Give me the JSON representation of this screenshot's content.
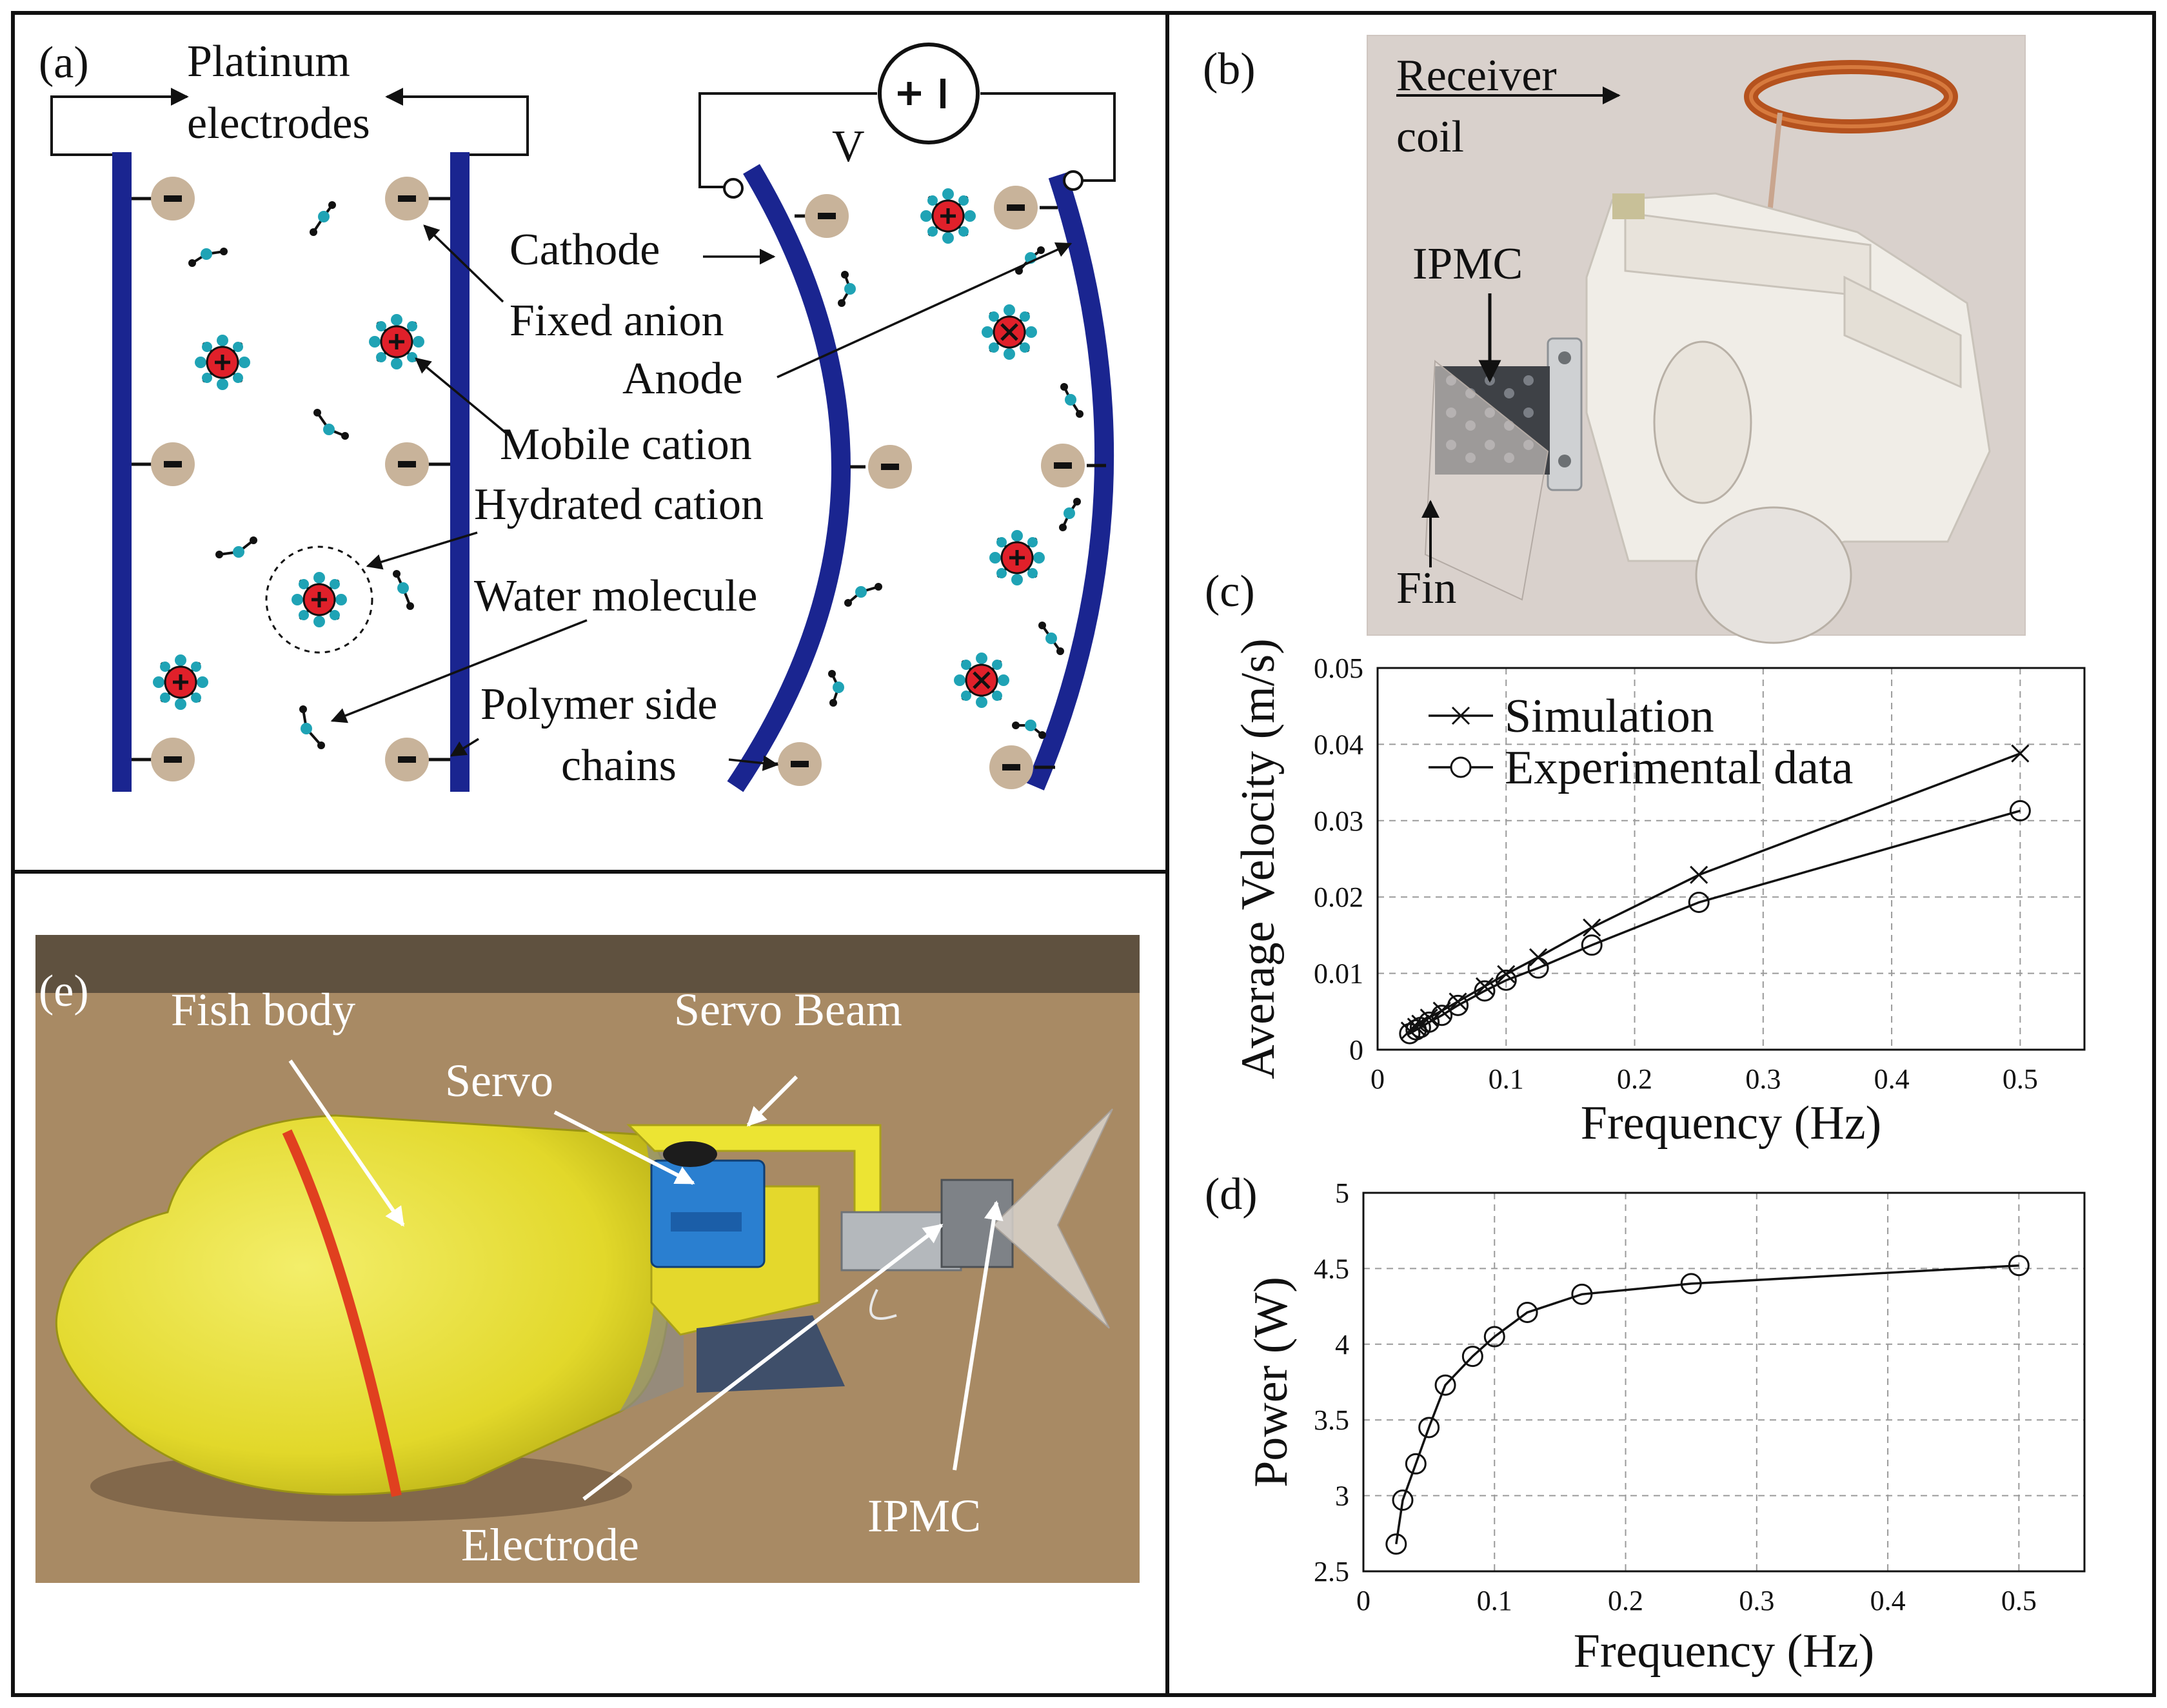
{
  "panel_a": {
    "label": "(a)",
    "platinum_electrodes_line1": "Platinum",
    "platinum_electrodes_line2": "electrodes",
    "voltage": "V",
    "cathode": "Cathode",
    "fixed_anion": "Fixed anion",
    "anode": "Anode",
    "mobile_cation": "Mobile cation",
    "hydrated_cation": "Hydrated cation",
    "water_molecule": "Water molecule",
    "polymer_line1": "Polymer side",
    "polymer_line2": "chains",
    "minus": "-",
    "plus": "+"
  },
  "panel_b": {
    "label": "(b)",
    "receiver_line1": "Receiver",
    "receiver_line2": "coil",
    "ipmc": "IPMC",
    "fin": "Fin"
  },
  "panel_e": {
    "label": "(e)",
    "fish_body": "Fish body",
    "servo": "Servo",
    "servo_beam": "Servo Beam",
    "electrode": "Electrode",
    "ipmc": "IPMC"
  },
  "colors": {
    "electrode_blue": "#1a2590",
    "anion_tan": "#c8b39a",
    "cation_red": "#e0202a",
    "water_teal": "#1fa3b5",
    "fish_yellow": "#e6df2c",
    "servo_blue": "#2a7fd0",
    "copper": "#b5521e"
  },
  "chart_data": [
    {
      "panel": "(c)",
      "type": "line",
      "xlabel": "Frequency (Hz)",
      "ylabel": "Average Velocity (m/s)",
      "xlim": [
        0,
        0.55
      ],
      "ylim": [
        0,
        0.05
      ],
      "xticks": [
        "0",
        "0.1",
        "0.2",
        "0.3",
        "0.4",
        "0.5"
      ],
      "yticks": [
        "0",
        "0.01",
        "0.02",
        "0.03",
        "0.04",
        "0.05"
      ],
      "grid": true,
      "legend_position": "top-left",
      "series": [
        {
          "name": "Simulation",
          "marker": "x",
          "x": [
            0.025,
            0.03,
            0.0333,
            0.04,
            0.05,
            0.0625,
            0.0833,
            0.1,
            0.125,
            0.1667,
            0.25,
            0.5
          ],
          "y": [
            0.0025,
            0.003,
            0.0034,
            0.0042,
            0.0051,
            0.0063,
            0.0083,
            0.0099,
            0.0121,
            0.016,
            0.0229,
            0.0388
          ]
        },
        {
          "name": "Experimental data",
          "marker": "o",
          "x": [
            0.025,
            0.03,
            0.0333,
            0.04,
            0.05,
            0.0625,
            0.0833,
            0.1,
            0.125,
            0.1667,
            0.25,
            0.5
          ],
          "y": [
            0.0021,
            0.0026,
            0.0029,
            0.0036,
            0.0045,
            0.0058,
            0.0077,
            0.0091,
            0.0107,
            0.0137,
            0.0193,
            0.0313
          ]
        }
      ]
    },
    {
      "panel": "(d)",
      "type": "line",
      "xlabel": "Frequency (Hz)",
      "ylabel": "Power (W)",
      "xlim": [
        0,
        0.55
      ],
      "ylim": [
        2.5,
        5
      ],
      "xticks": [
        "0",
        "0.1",
        "0.2",
        "0.3",
        "0.4",
        "0.5"
      ],
      "yticks": [
        "2.5",
        "3",
        "3.5",
        "4",
        "4.5",
        "5"
      ],
      "grid": true,
      "series": [
        {
          "marker": "o",
          "x": [
            0.025,
            0.03,
            0.04,
            0.05,
            0.0625,
            0.0833,
            0.1,
            0.125,
            0.1667,
            0.25,
            0.5
          ],
          "y": [
            2.68,
            2.97,
            3.21,
            3.45,
            3.73,
            3.92,
            4.05,
            4.21,
            4.33,
            4.4,
            4.52
          ]
        }
      ]
    }
  ]
}
